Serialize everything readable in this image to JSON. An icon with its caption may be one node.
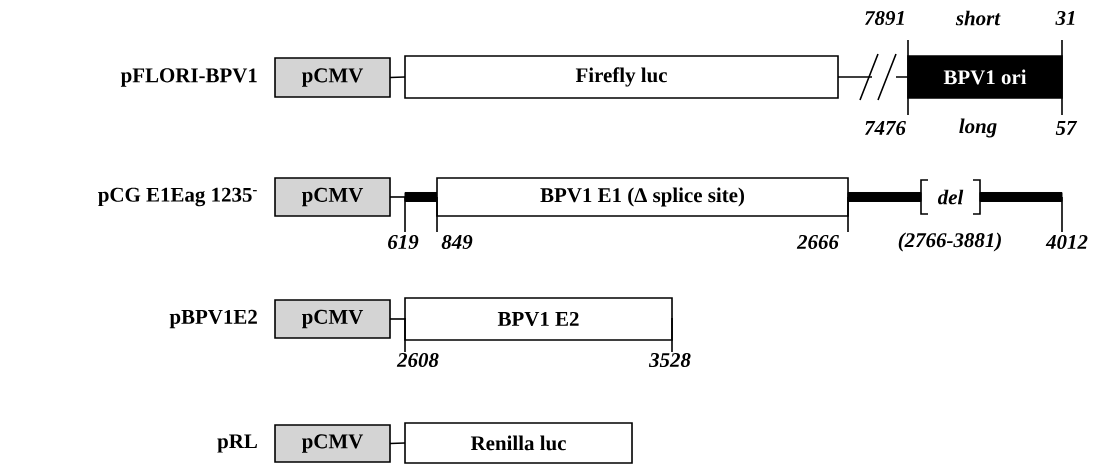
{
  "diagram": {
    "nodes": [
      {
        "text": [
          "pCMV"
        ],
        "beside": [
          "pFLORI-BPV1"
        ]
      },
      {
        "text": [
          "Firefly luc"
        ]
      },
      {
        "text": [
          "BPV1 ori"
        ],
        "beside": [
          "7891",
          "short",
          "31",
          "7476",
          "long",
          "57"
        ]
      },
      {
        "text": [
          "pCMV"
        ],
        "beside": [
          "pCG E1Eag 1235$^{-}$"
        ]
      },
      {
        "text": [],
        "shape": "bar"
      },
      {
        "text": [
          "BPV1 E1 (Δ splice site)"
        ],
        "beside": [
          "849",
          "2666"
        ]
      },
      {
        "text": [
          "del"
        ],
        "beside": [
          "(2766-3881)"
        ]
      },
      {
        "text": [
          "pCMV"
        ],
        "beside": [
          "pBPV1E2"
        ]
      },
      {
        "text": [
          "BPV1 E2"
        ],
        "beside": [
          "2608",
          "3528"
        ]
      },
      {
        "text": [
          "pCMV"
        ],
        "beside": [
          "pRL"
        ]
      },
      {
        "text": [
          "Renilla luc"
        ]
      }
    ],
    "edges": [
      {
        "from": 0,
        "to": 1,
        "arrow": "none"
      },
      {
        "from": 1,
        "to": 2,
        "arrow": "none"
      },
      {
        "from": 3,
        "to": 4,
        "arrow": "none"
      },
      {
        "from": 5,
        "to": 6,
        "arrow": "none",
        "style": "thick"
      },
      {
        "from": 6,
        "to": null,
        "arrow": "none",
        "style": "thick"
      },
      {
        "from": 7,
        "to": 8,
        "arrow": "none"
      },
      {
        "from": 9,
        "to": 10,
        "arrow": "none"
      }
    ],
    "labels": [
      "619",
      "4012"
    ]
  }
}
